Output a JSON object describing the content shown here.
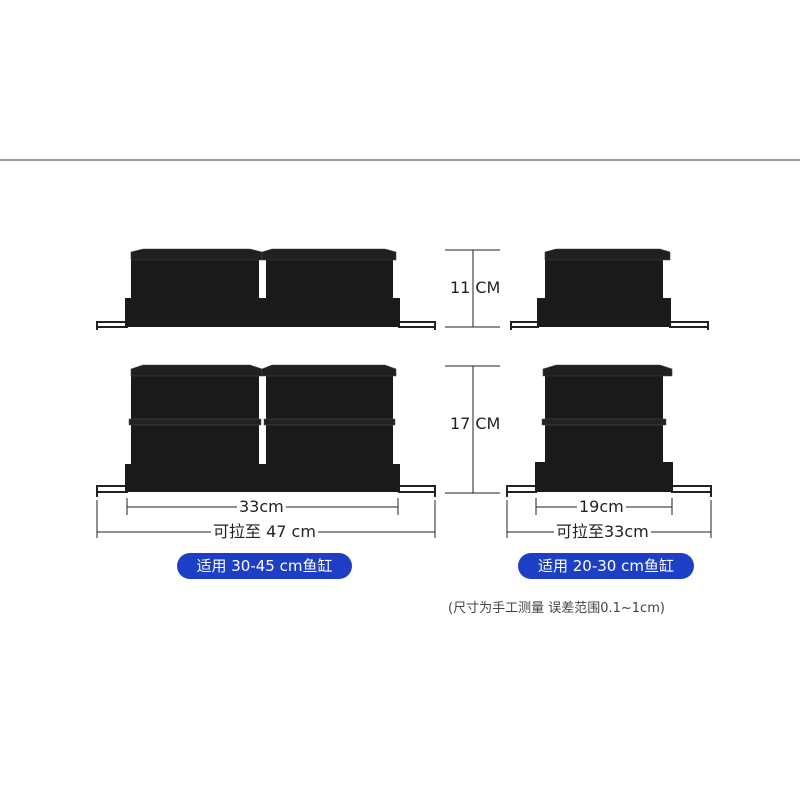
{
  "dimensions": {
    "height_single": "11",
    "height_double": "17",
    "height_unit": "CM",
    "width_large": "33cm",
    "extend_large": "可拉至 47 cm",
    "width_small": "19cm",
    "extend_small": "可拉至33cm"
  },
  "badges": {
    "large": "适用  30-45  cm鱼缸",
    "small": "适用  20-30  cm鱼缸"
  },
  "note": "(尺寸为手工测量  误差范围0.1~1cm)",
  "colors": {
    "box_fill": "#1a1a1a",
    "lid_fill": "#202020",
    "line": "#222222",
    "badge_bg": "#1d3fc6"
  }
}
